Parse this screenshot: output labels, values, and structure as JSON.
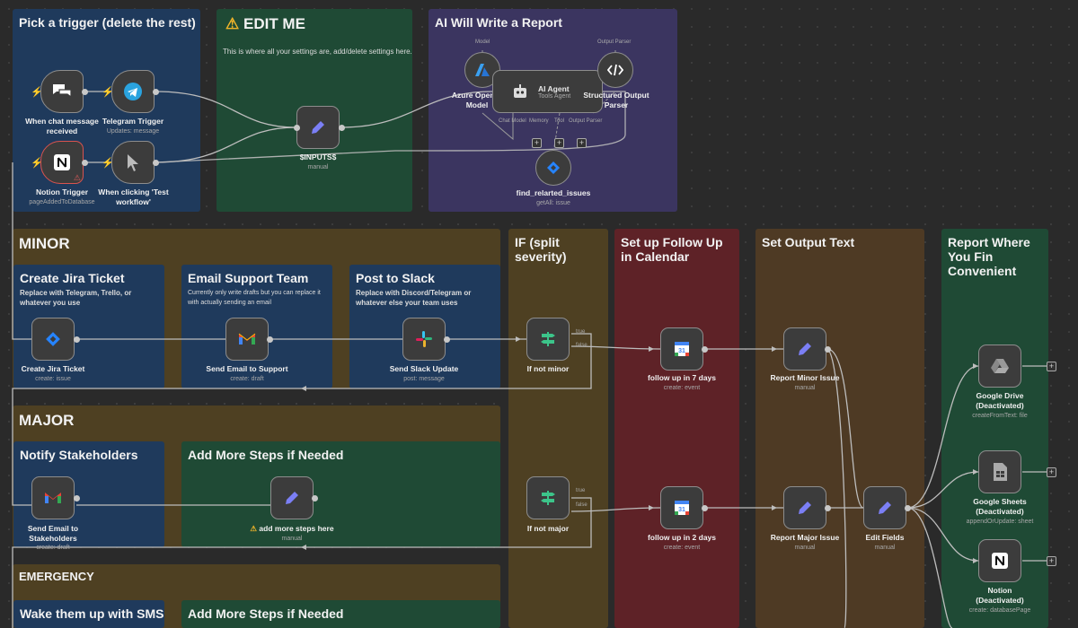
{
  "stickies": {
    "trigger": {
      "title": "Pick a trigger (delete the rest)"
    },
    "edit": {
      "title": "EDIT ME",
      "desc": "This is where all your settings are, add/delete settings here."
    },
    "ai": {
      "title": "AI Will Write a Report"
    },
    "minor": {
      "title": "MINOR"
    },
    "jira": {
      "title": "Create Jira Ticket",
      "desc": "Replace with Telegram, Trello, or whatever you use"
    },
    "email": {
      "title": "Email Support Team",
      "desc": "Currently only write drafts but you can replace it with actually sending an email"
    },
    "slack": {
      "title": "Post to Slack",
      "desc": "Replace with Discord/Telegram or whatever else your team uses"
    },
    "ifsplit": {
      "title": "IF (split severity)"
    },
    "followup": {
      "title": "Set up Follow Up in Calendar"
    },
    "output": {
      "title": "Set Output Text"
    },
    "report": {
      "title": "Report Where You Fin Convenient"
    },
    "major": {
      "title": "MAJOR"
    },
    "notify": {
      "title": "Notify Stakeholders"
    },
    "addmore1": {
      "title": "Add More Steps if Needed"
    },
    "emergency": {
      "title": "EMERGENCY"
    },
    "sms": {
      "title": "Wake them up with SMS"
    },
    "addmore2": {
      "title": "Add More Steps if Needed"
    }
  },
  "nodes": {
    "chat": {
      "label": "When chat message received",
      "icon": "chat-icon"
    },
    "telegram": {
      "label": "Telegram Trigger",
      "sub": "Updates: message",
      "icon": "telegram-icon"
    },
    "notion_trigger": {
      "label": "Notion Trigger",
      "sub": "pageAddedToDatabase",
      "icon": "notion-icon"
    },
    "manual": {
      "label": "When clicking 'Test workflow'",
      "icon": "cursor-icon"
    },
    "inputs": {
      "label": "$INPUTS$",
      "sub": "manual",
      "icon": "pencil-icon"
    },
    "azure": {
      "label": "Azure OpenAI Model",
      "top": "Model",
      "icon": "azure-icon"
    },
    "agent": {
      "label": "AI Agent",
      "sub": "Tools Agent",
      "icon": "robot-icon",
      "ports": [
        "Chat Model",
        "Memory",
        "Tool",
        "Output Parser"
      ]
    },
    "parser": {
      "label": "Structured Output Parser",
      "top": "Output Parser",
      "icon": "code-icon"
    },
    "jira_tool": {
      "label": "find_relarted_issues",
      "sub": "getAll: issue",
      "icon": "jira-icon"
    },
    "jira": {
      "label": "Create Jira Ticket",
      "sub": "create: issue",
      "icon": "jira-icon"
    },
    "gmail": {
      "label": "Send Email to Support",
      "sub": "create: draft",
      "icon": "gmail-icon"
    },
    "slack": {
      "label": "Send Slack Update",
      "sub": "post: message",
      "icon": "slack-icon"
    },
    "ifminor": {
      "label": "If not minor",
      "icon": "signpost-icon",
      "out_true": "true",
      "out_false": "false"
    },
    "cal7": {
      "label": "follow up in 7 days",
      "sub": "create: event",
      "icon": "calendar-icon"
    },
    "repminor": {
      "label": "Report Minor Issue",
      "sub": "manual",
      "icon": "pencil-icon"
    },
    "gdrive": {
      "label": "Google Drive (Deactivated)",
      "sub": "createFromText: file",
      "icon": "gdrive-icon"
    },
    "gmail2": {
      "label": "Send Email to Stakeholders",
      "sub": "create: draft",
      "icon": "gmail-icon"
    },
    "addmore": {
      "label": "add more steps here",
      "sub": "manual",
      "icon": "pencil-icon"
    },
    "ifmajor": {
      "label": "If not major",
      "icon": "signpost-icon",
      "out_true": "true",
      "out_false": "false"
    },
    "cal2": {
      "label": "follow up in 2 days",
      "sub": "create: event",
      "icon": "calendar-icon"
    },
    "repmajor": {
      "label": "Report Major Issue",
      "sub": "manual",
      "icon": "pencil-icon"
    },
    "editfields": {
      "label": "Edit Fields",
      "sub": "manual",
      "icon": "pencil-icon"
    },
    "gsheets": {
      "label": "Google Sheets (Deactivated)",
      "sub": "appendOrUpdate: sheet",
      "icon": "gsheets-icon"
    },
    "notion": {
      "label": "Notion (Deactivated)",
      "sub": "create: databasePage",
      "icon": "notion-icon"
    }
  },
  "colors": {
    "blue": "#1e3a5c",
    "green": "#1f4a35",
    "purple": "#3b3560",
    "olive": "#4e4022",
    "red": "#5e2227",
    "brown": "#4e3a24",
    "darkgreen": "#1f4a35"
  }
}
